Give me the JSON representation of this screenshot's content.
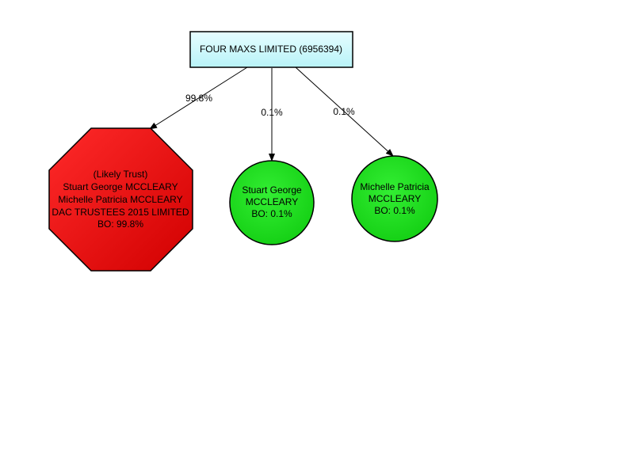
{
  "root": {
    "label": "FOUR MAXS LIMITED (6956394)"
  },
  "nodes": [
    {
      "lines": [
        "(Likely Trust)",
        "Stuart George MCCLEARY",
        "Michelle Patricia MCCLEARY",
        "DAC TRUSTEES 2015 LIMITED",
        "BO: 99.8%"
      ],
      "edge_label": "99.8%",
      "fill": "#e60000"
    },
    {
      "lines": [
        "Stuart George",
        "MCCLEARY",
        "BO: 0.1%"
      ],
      "edge_label": "0.1%",
      "fill": "#22dd22"
    },
    {
      "lines": [
        "Michelle Patricia",
        "MCCLEARY",
        "BO: 0.1%"
      ],
      "edge_label": "0.1%",
      "fill": "#22dd22"
    }
  ],
  "colors": {
    "root_fill": "#c9f7fb",
    "stroke": "#000000"
  }
}
